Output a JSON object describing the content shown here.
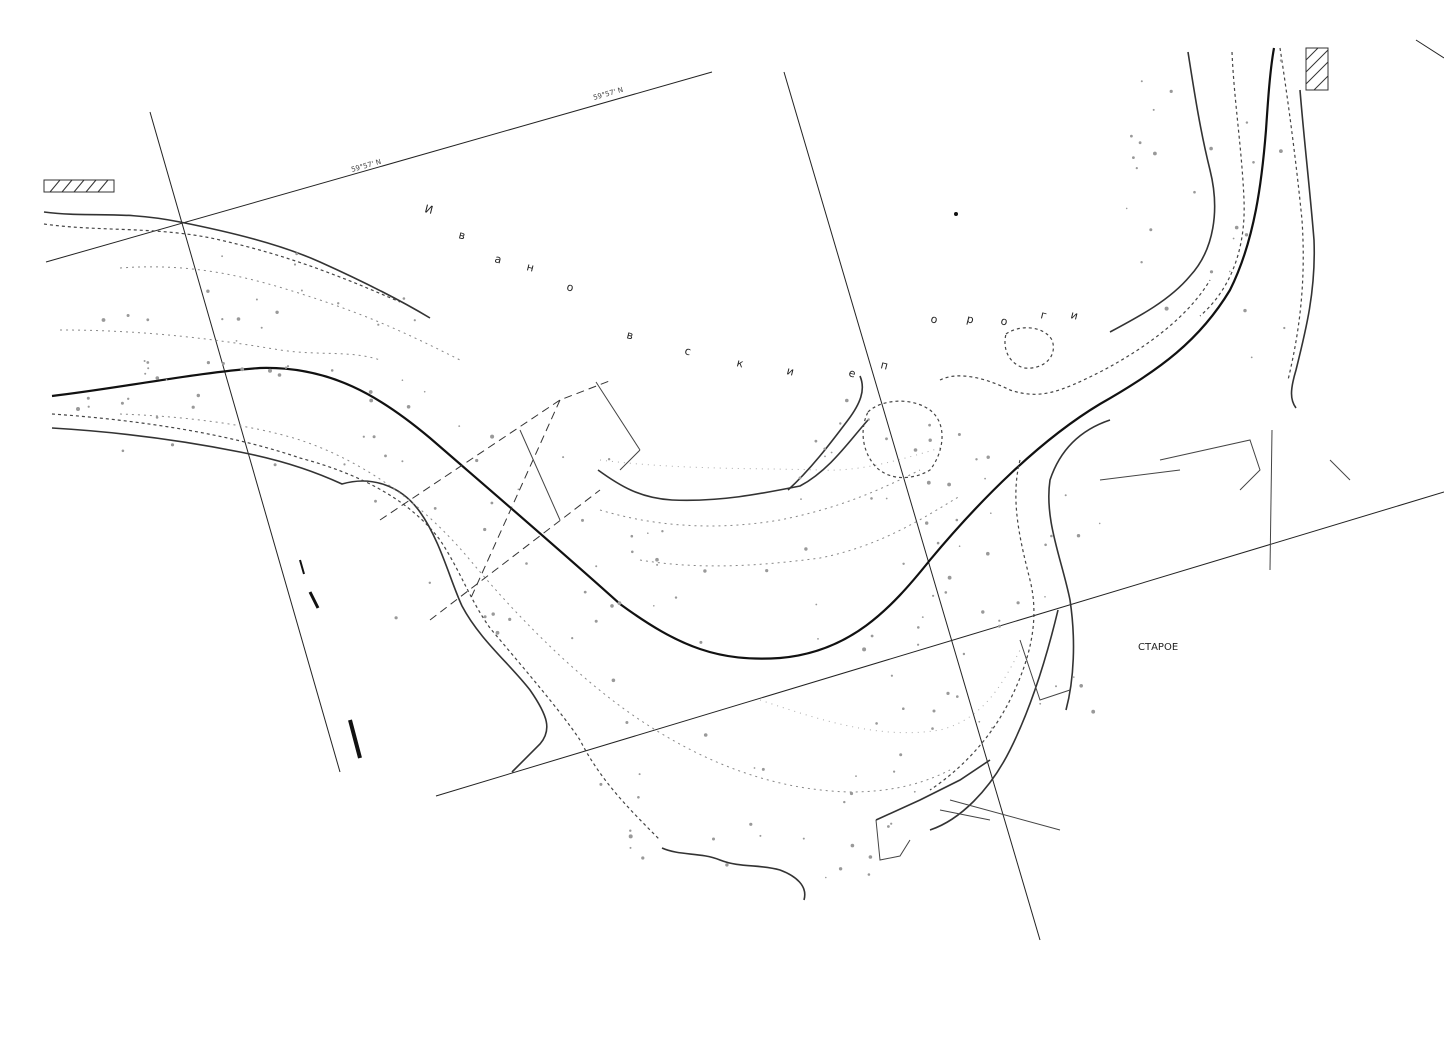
{
  "map": {
    "grid_labels": {
      "lat_top": "59°57' N",
      "lat_top2": "59°57' N"
    },
    "place_name": {
      "letters": [
        "И",
        "в",
        "а",
        "н",
        "о",
        "в",
        "с",
        "к",
        "и",
        "е",
        "п",
        "о",
        "р",
        "о",
        "г",
        "и"
      ]
    },
    "label_town": "СТАРОЕ",
    "colors": {
      "background": "#ffffff",
      "ink": "#222222"
    }
  }
}
